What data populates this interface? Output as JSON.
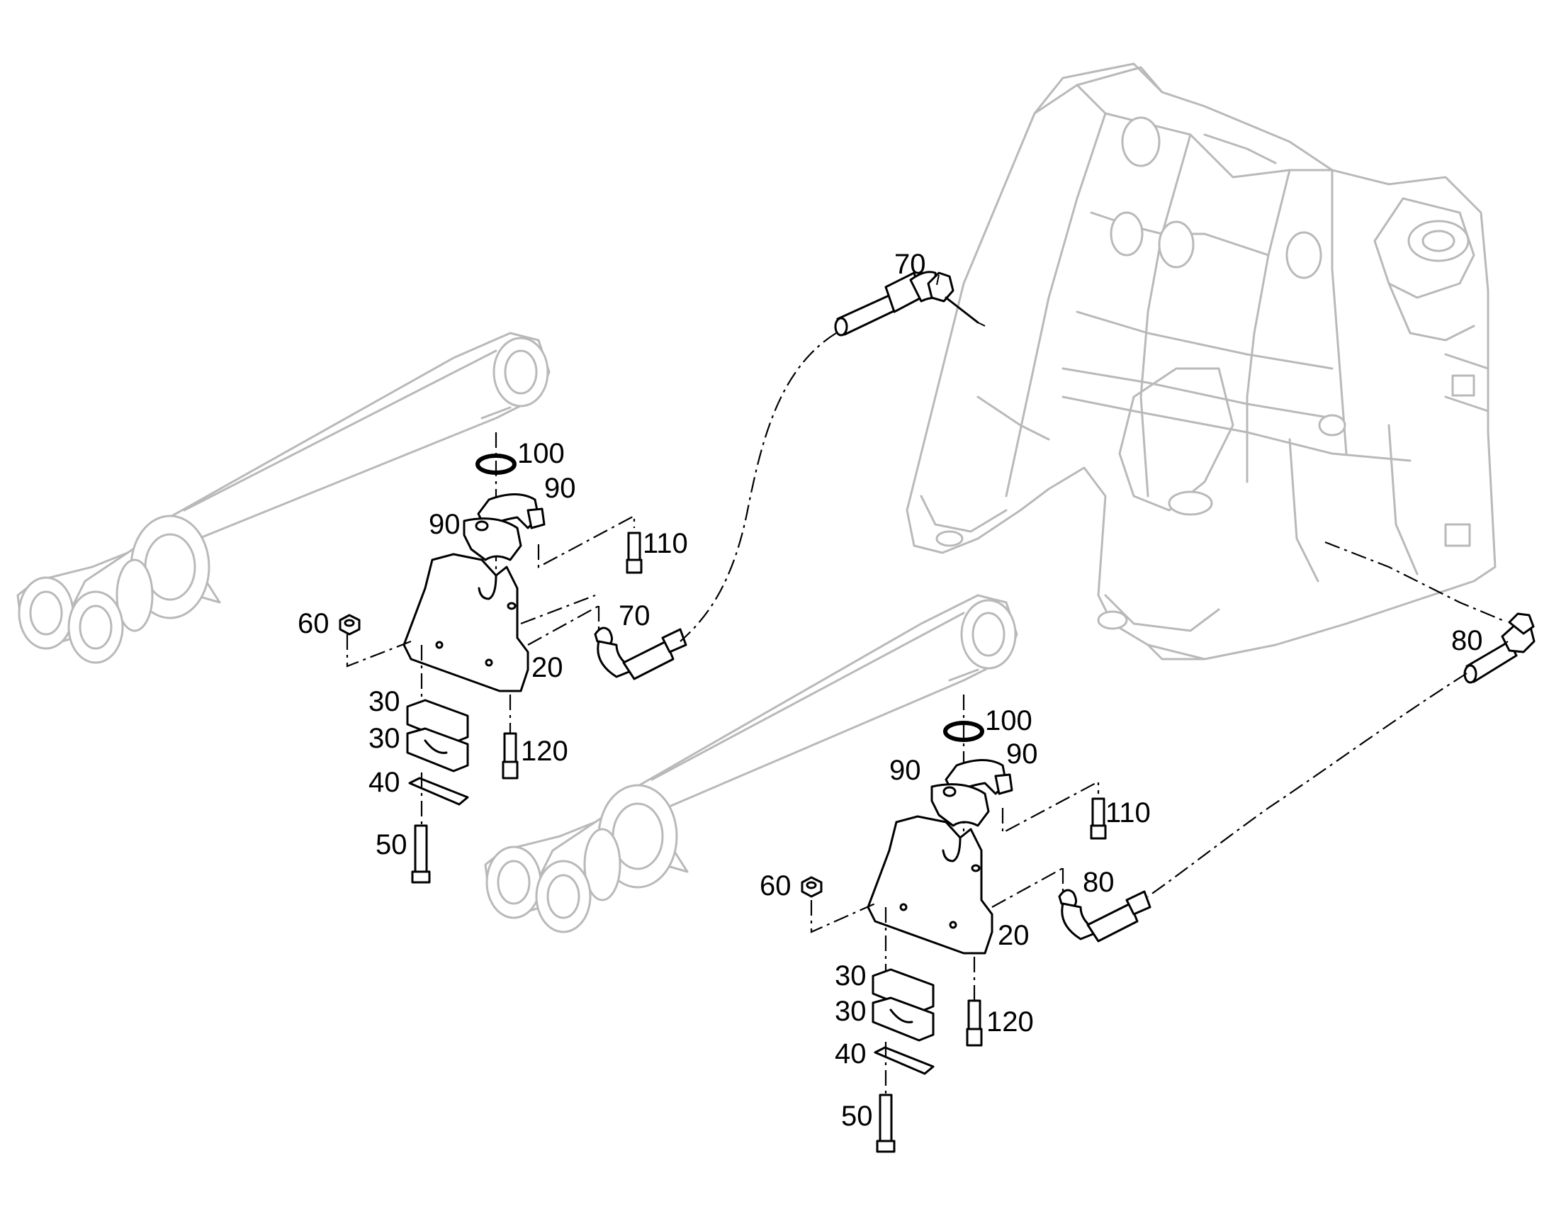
{
  "callouts": {
    "left_group": {
      "c100": "100",
      "c90a": "90",
      "c90b": "90",
      "c110": "110",
      "c60": "60",
      "c70": "70",
      "c20": "20",
      "c30a": "30",
      "c30b": "30",
      "c120": "120",
      "c40": "40",
      "c50": "50"
    },
    "right_group": {
      "c100": "100",
      "c90a": "90",
      "c90b": "90",
      "c110": "110",
      "c60": "60",
      "c80": "80",
      "c20": "20",
      "c30a": "30",
      "c30b": "30",
      "c120": "120",
      "c40": "40",
      "c50": "50"
    },
    "hose_top": {
      "c70": "70"
    },
    "hose_right": {
      "c80": "80"
    }
  },
  "colors": {
    "ghost_outline": "#b9b9b9",
    "part_outline": "#000000",
    "background": "#ffffff"
  }
}
